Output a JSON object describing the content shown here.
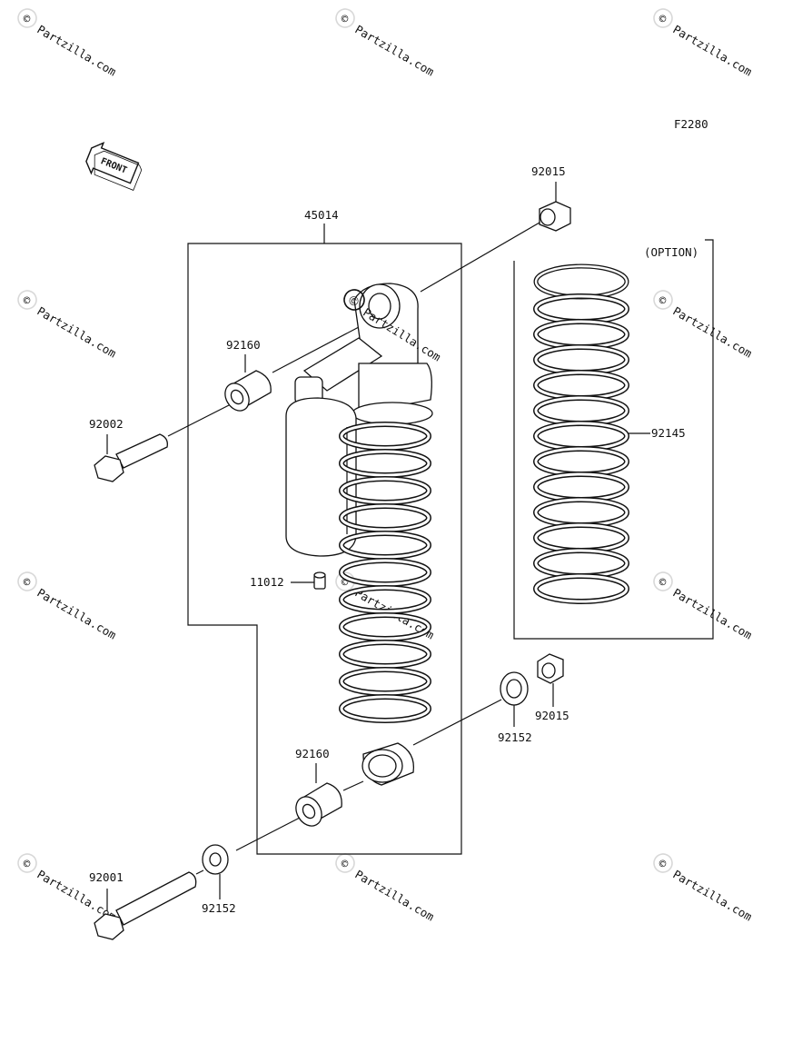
{
  "figure_code": "F2280",
  "option_label": "(OPTION)",
  "front_label": "FRONT",
  "watermark_text": "Partzilla.com",
  "watermark_symbol": "©",
  "parts": {
    "shock_assembly": "45014",
    "top_nut": "92015",
    "upper_collar": "92160",
    "upper_bolt": "92002",
    "valve_cap": "11012",
    "option_spring": "92145",
    "lower_collar": "92160",
    "lower_washer_right": "92152",
    "lower_nut": "92015",
    "lower_washer_left": "92152",
    "lower_bolt": "92001"
  },
  "colors": {
    "line": "#111111",
    "watermark": "#d8d8d8",
    "background": "#ffffff"
  }
}
